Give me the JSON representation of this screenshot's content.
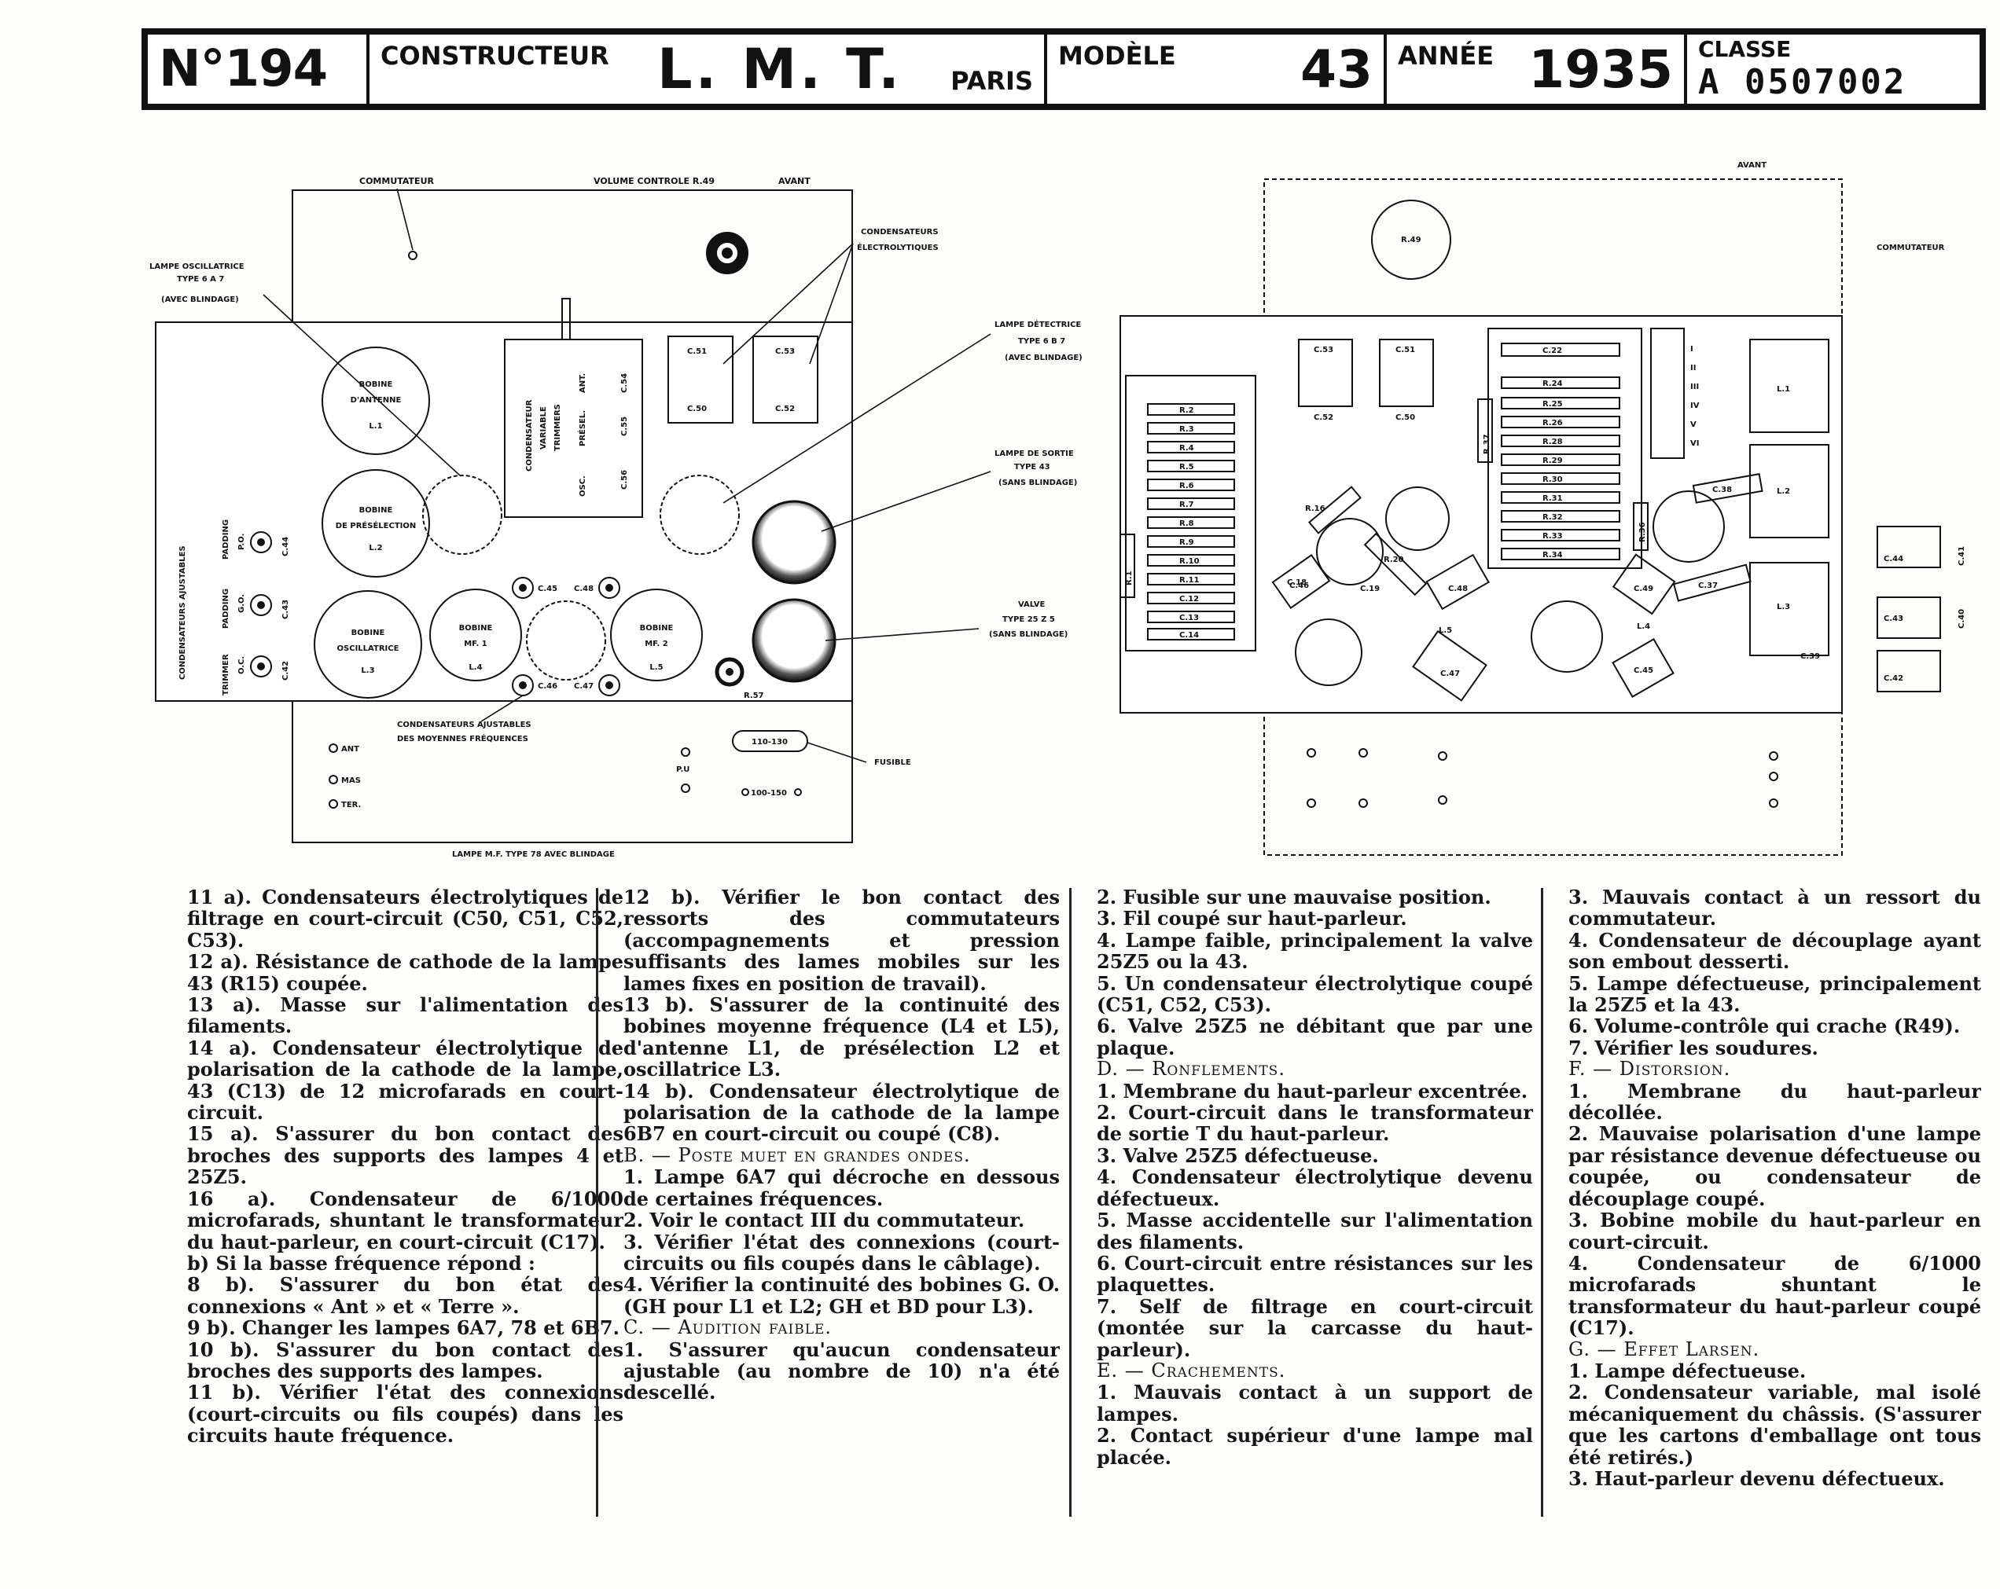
{
  "header": {
    "number": "N°194",
    "constructeur_label": "CONSTRUCTEUR",
    "constructeur": "L. M. T.",
    "city": "PARIS",
    "modele_label": "MODÈLE",
    "modele": "43",
    "annee_label": "ANNÉE",
    "annee": "1935",
    "classe_label": "CLASSE",
    "classe": "A 0507002"
  },
  "left_diagram": {
    "commutateur": "COMMUTATEUR",
    "volume": "VOLUME CONTROLE R.49",
    "avant": "AVANT",
    "osc_lamp": [
      "LAMPE OSCILLATRICE",
      "TYPE 6 A 7",
      "(AVEC BLINDAGE)"
    ],
    "cond_electro": [
      "CONDENSATEURS",
      "ÉLECTROLYTIQUES"
    ],
    "lampe_det": [
      "LAMPE DÉTECTRICE",
      "TYPE 6 B 7",
      "(AVEC BLINDAGE)"
    ],
    "lampe_sortie": [
      "LAMPE DE SORTIE",
      "TYPE 43",
      "(SANS BLINDAGE)"
    ],
    "valve": [
      "VALVE",
      "TYPE 25 Z 5",
      "(SANS BLINDAGE)"
    ],
    "cond_ajust_mf": [
      "CONDENSATEURS AJUSTABLES",
      "DES MOYENNES FRÉQUENCES"
    ],
    "fusible": "FUSIBLE",
    "lampe_mf": "LAMPE M.F. TYPE 78 AVEC BLINDAGE",
    "cond_ajustables": "CONDENSATEURS AJUSTABLES",
    "coils": {
      "l1": [
        "BOBINE",
        "D'ANTENNE",
        "L.1"
      ],
      "l2": [
        "BOBINE",
        "DE PRÉSÉLECTION",
        "L.2"
      ],
      "l3": [
        "BOBINE",
        "OSCILLATRICE",
        "L.3"
      ],
      "l4": [
        "BOBINE",
        "MF. 1",
        "L.4"
      ],
      "l5": [
        "BOBINE",
        "MF. 2",
        "L.5"
      ]
    },
    "cond_var": [
      "CONDENSATEUR",
      "VARIABLE",
      "TRIMMERS"
    ],
    "cond_var_labels": [
      "ANT.",
      "PRÉSEL.",
      "OSC.",
      "C.54",
      "C.55",
      "C.56"
    ],
    "caps": [
      "C.51",
      "C.50",
      "C.53",
      "C.52",
      "C.45",
      "C.48",
      "C.46",
      "C.47",
      "C.44",
      "C.43",
      "C.42",
      "R.57"
    ],
    "side": [
      "PADDING",
      "PADDING",
      "TRIMMER",
      "P.O.",
      "G.O.",
      "O.C."
    ],
    "terminals": [
      "ANT",
      "MAS",
      "TER.",
      "P.U",
      "110-130",
      "100-150"
    ]
  },
  "right_diagram": {
    "avant": "AVANT",
    "commutateur": "COMMUTATEUR",
    "labels": [
      "R.49",
      "C.53",
      "C.51",
      "C.52",
      "C.50",
      "C.22",
      "R.24",
      "R.25",
      "R.26",
      "R.28",
      "R.29",
      "R.30",
      "R.31",
      "R.32",
      "R.33",
      "R.34",
      "R.37",
      "C.38",
      "C.37",
      "R.36",
      "C.49",
      "C.45",
      "C.47",
      "C.48",
      "C.46",
      "L.1",
      "L.2",
      "L.3",
      "L.4",
      "L.5",
      "C.44",
      "C.41",
      "C.43",
      "C.40",
      "C.42",
      "C.39",
      "R.16",
      "R.20",
      "C.18",
      "C.19",
      "R.2",
      "R.3",
      "R.4",
      "R.5",
      "R.6",
      "R.7",
      "R.8",
      "R.9",
      "R.10",
      "R.11",
      "C.12",
      "C.13",
      "C.14",
      "R.1"
    ],
    "switch_marks": [
      "I",
      "II",
      "III",
      "IV",
      "V",
      "VI"
    ]
  },
  "columns": [
    [
      {
        "t": "11 a). Condensateurs électrolytiques de filtrage en court-circuit (C50, C51, C52, C53)."
      },
      {
        "t": "12 a). Résistance de cathode de la lampe 43 (R15) coupée."
      },
      {
        "t": "13 a). Masse sur l'alimentation des filaments."
      },
      {
        "t": "14 a). Condensateur électrolytique de polarisation de la cathode de la lampe, 43 (C13) de 12 microfarads en court-circuit."
      },
      {
        "t": "15 a). S'assurer du bon contact des broches des supports des lampes 4 et 25Z5."
      },
      {
        "t": "16 a). Condensateur de 6/1000 microfarads, shuntant le transformateur du haut-parleur, en court-circuit (C17)."
      },
      {
        "t": "b) Si la basse fréquence répond :"
      },
      {
        "t": "8 b). S'assurer du bon état des connexions « Ant » et « Terre »."
      },
      {
        "t": "9 b). Changer les lampes 6A7, 78 et 6B7."
      },
      {
        "t": "10 b). S'assurer du bon contact des broches des supports des lampes."
      },
      {
        "t": "11 b). Vérifier l'état des connexions (court-circuits ou fils coupés) dans les circuits haute fréquence."
      }
    ],
    [
      {
        "t": "12 b). Vérifier le bon contact des ressorts des commutateurs (accompagnements et pression suffisants des lames mobiles sur les lames fixes en position de travail)."
      },
      {
        "t": "13 b). S'assurer de la continuité des bobines moyenne fréquence (L4 et L5), d'antenne L1, de présélection L2 et oscillatrice L3."
      },
      {
        "t": "14 b). Condensateur électrolytique de polarisation de la cathode de la lampe 6B7 en court-circuit ou coupé (C8)."
      },
      {
        "t": "B. — Poste muet en grandes ondes.",
        "sec": true
      },
      {
        "t": "1. Lampe 6A7 qui décroche en dessous de certaines fréquences."
      },
      {
        "t": "2. Voir le contact III du commutateur."
      },
      {
        "t": "3. Vérifier l'état des connexions (court-circuits ou fils coupés dans le câblage)."
      },
      {
        "t": "4. Vérifier la continuité des bobines G. O. (GH pour L1 et L2; GH et BD pour L3)."
      },
      {
        "t": "C. — Audition faible.",
        "sec": true
      },
      {
        "t": "1. S'assurer qu'aucun condensateur ajustable (au nombre de 10) n'a été descellé."
      }
    ],
    [
      {
        "t": "2. Fusible sur une mauvaise position."
      },
      {
        "t": "3. Fil coupé sur haut-parleur."
      },
      {
        "t": "4. Lampe faible, principalement la valve 25Z5 ou la 43."
      },
      {
        "t": "5. Un condensateur électrolytique coupé (C51, C52, C53)."
      },
      {
        "t": "6. Valve 25Z5 ne débitant que par une plaque."
      },
      {
        "t": "D. — Ronflements.",
        "sec": true
      },
      {
        "t": "1. Membrane du haut-parleur excentrée."
      },
      {
        "t": "2. Court-circuit dans le transformateur de sortie T du haut-parleur."
      },
      {
        "t": "3. Valve 25Z5 défectueuse."
      },
      {
        "t": "4. Condensateur électrolytique devenu défectueux."
      },
      {
        "t": "5. Masse accidentelle sur l'alimentation des filaments."
      },
      {
        "t": "6. Court-circuit entre résistances sur les plaquettes."
      },
      {
        "t": "7. Self de filtrage en court-circuit (montée sur la carcasse du haut-parleur)."
      },
      {
        "t": "E. — Crachements.",
        "sec": true
      },
      {
        "t": "1. Mauvais contact à un support de lampes."
      },
      {
        "t": "2. Contact supérieur d'une lampe mal placée."
      }
    ],
    [
      {
        "t": "3. Mauvais contact à un ressort du commutateur."
      },
      {
        "t": "4. Condensateur de découplage ayant son embout desserti."
      },
      {
        "t": "5. Lampe défectueuse, principalement la 25Z5 et la 43."
      },
      {
        "t": "6. Volume-contrôle qui crache (R49)."
      },
      {
        "t": "7. Vérifier les soudures."
      },
      {
        "t": "F. — Distorsion.",
        "sec": true
      },
      {
        "t": "1. Membrane du haut-parleur décollée."
      },
      {
        "t": "2. Mauvaise polarisation d'une lampe par résistance devenue défectueuse ou coupée, ou condensateur de découplage coupé."
      },
      {
        "t": "3. Bobine mobile du haut-parleur en court-circuit."
      },
      {
        "t": "4. Condensateur de 6/1000 microfarads shuntant le transformateur du haut-parleur coupé (C17)."
      },
      {
        "t": "G. — Effet Larsen.",
        "sec": true
      },
      {
        "t": "1. Lampe défectueuse."
      },
      {
        "t": "2. Condensateur variable, mal isolé mécaniquement du châssis. (S'assurer que les cartons d'emballage ont tous été retirés.)"
      },
      {
        "t": "3. Haut-parleur devenu défectueux."
      }
    ]
  ]
}
